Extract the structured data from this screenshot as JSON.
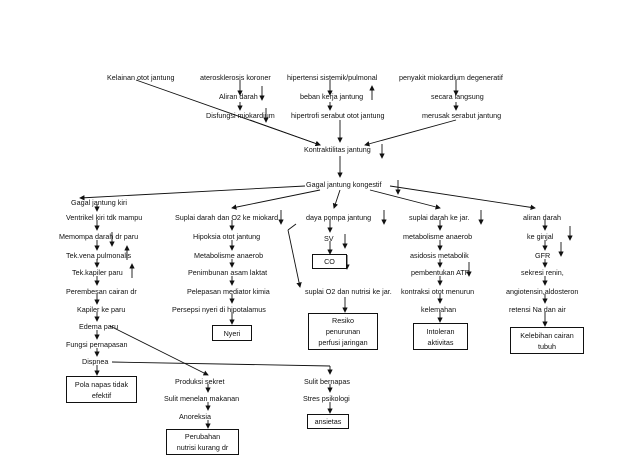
{
  "labels": {
    "kelainan": "Kelainan otot jantung",
    "aterosklerosis": "aterosklerosis koroner",
    "hipertensi": "hipertensi sistemik/pulmonal",
    "miokardium": "penyakit miokardium degeneratif",
    "aliran_darah_top": "Aliran darah",
    "beban_kerja": "beban kerja jantung",
    "secara_langsung": "secara langsung",
    "disfungsi": "Disfungsi miokardium",
    "hipertrofi": "hipertrofi serabut otot jantung",
    "merusak": "merusak serabut jantung",
    "kontraktilitas": "Kontraktilitas jantung",
    "gagal_kongestif": "Gagal jantung kongestif",
    "gagal_kiri": "Gagal jantung kiri",
    "ventrikel": "Ventrikel kiri tdk mampu",
    "memompa": "Memompa darah dr paru",
    "tek_vena": "Tek.vena pulmonalis",
    "tek_kapiler": "Tek.kapiler paru",
    "perembesan": "Perembesan cairan dr",
    "kapiler": "Kapiler ke paru",
    "edema": "Edema paru",
    "fungsi_pernapasan": "Fungsi pernapasan",
    "dispnea": "Dispnea",
    "suplai_o2_miokard": "Suplai darah dan O2 ke miokard",
    "hipoksia": "Hipoksia otot jantung",
    "metabolisme_anaerob_1": "Metabolisme anaerob",
    "penimbunan": "Penimbunan asam laktat",
    "pelepasan": "Pelepasan mediator kimia",
    "persepsi": "Persepsi nyeri di hipotalamus",
    "daya_pompa": "daya pompa jantung",
    "sv": "SV",
    "co": "CO",
    "suplai_o2_nutrisi": "suplai O2 dan nutrisi ke jar.",
    "suplai_darah_jar": "suplai darah ke jar.",
    "metabolisme_anaerob_2": "metabolisme anaerob",
    "asidosis": "asidosis metabolik",
    "pembentukan_atp": "pembentukan ATP",
    "kontraksi": "kontraksi otot menurun",
    "kelemahan": "kelemahan",
    "aliran_darah_kanan": "aliran darah",
    "ke_ginjal": "ke ginjal",
    "gfr": "GFR",
    "sekresi_renin": "sekresi renin,",
    "angiotensin": "angiotensin,aldosteron",
    "retensi": "retensi Na dan air",
    "produksi_sekret": "Produksi sekret",
    "sulit_menelan": "Sulit menelan  makanan",
    "anoreksia": "Anoreksia",
    "sulit_bernapas": "Sulit bernapas",
    "stres": "Stres psikologi"
  },
  "diagnoses": {
    "nyeri": [
      "Nyeri"
    ],
    "resiko": [
      "Resiko",
      "penurunan",
      "perfusi jaringan"
    ],
    "intoleran": [
      "Intoleran",
      "aktivitas"
    ],
    "kelebihan": [
      "Kelebihan cairan",
      "tubuh"
    ],
    "pola_napas": [
      "Pola napas tidak",
      "efektif"
    ],
    "perubahan": [
      "Perubahan",
      "nutrisi kurang dr"
    ],
    "ansietas": [
      "ansietas"
    ]
  }
}
